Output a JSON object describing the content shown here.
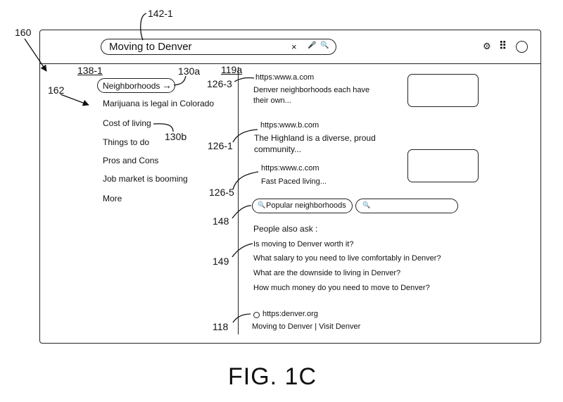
{
  "labels": {
    "l142": "142-1",
    "l160": "160",
    "l138": "138-1",
    "l130a": "130a",
    "l119a": "119a",
    "l162": "162",
    "l126_3": "126-3",
    "l126_1": "126-1",
    "l126_5": "126-5",
    "l130b": "130b",
    "l148": "148",
    "l149": "149",
    "l118": "118"
  },
  "search": {
    "query": "Moving to Denver",
    "clear_glyph": "×",
    "mic_glyph": "🎤",
    "search_glyph": "🔍"
  },
  "toolbar": {
    "settings_glyph": "⚙",
    "apps_glyph": "⠿",
    "avatar_glyph": ""
  },
  "left_panel": {
    "first_item": "Neighborhoods",
    "first_arrow": "→",
    "items": [
      "Marijuana is legal in Colorado",
      "Cost of living",
      "Things to do",
      "Pros and Cons",
      "Job market is booming",
      "More"
    ]
  },
  "results": [
    {
      "url": "https:www.a.com",
      "snippet1": "Denver neighborhoods each have",
      "snippet2": "their own..."
    },
    {
      "url": "https:www.b.com",
      "snippet1": "The Highland is a diverse, proud",
      "snippet2": "community..."
    },
    {
      "url": "https:www.c.com",
      "snippet1": "Fast Paced living..."
    }
  ],
  "suggestion": {
    "label": "Popular neighborhoods",
    "search_glyph": "🔍"
  },
  "paa": {
    "heading": "People also ask :",
    "questions": [
      "Is moving to Denver worth it?",
      "What salary to you need to live comfortably in Denver?",
      "What are the downside to living in Denver?",
      "How much money do you need to move to Denver?"
    ]
  },
  "footer_result": {
    "url": "https:denver.org",
    "title": "Moving to Denver | Visit Denver"
  },
  "figure_caption": "FIG. 1C"
}
